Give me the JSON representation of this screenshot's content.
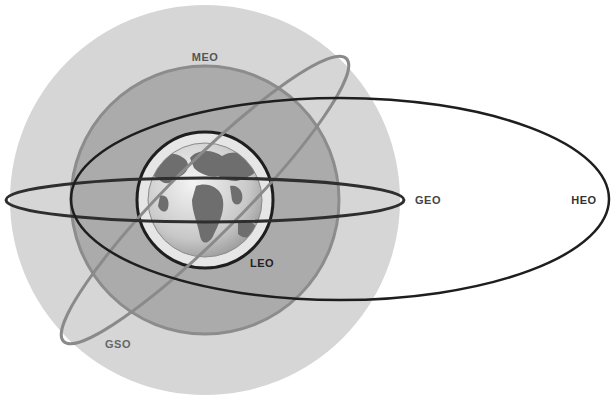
{
  "diagram": {
    "labels": [
      "MEO",
      "GEO",
      "HEO",
      "LEO",
      "GSO"
    ]
  }
}
